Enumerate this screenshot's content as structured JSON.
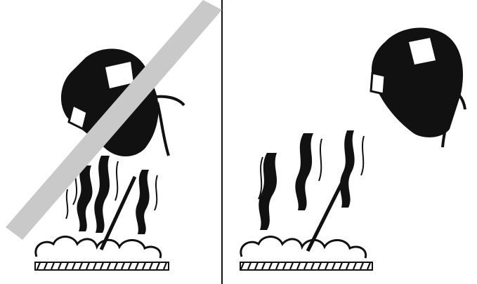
{
  "figure": {
    "panels": [
      {
        "id": "left",
        "status": "prohibited"
      },
      {
        "id": "right",
        "status": "allowed"
      }
    ],
    "icons": {
      "left": [
        "welding-helmet-icon",
        "fume-icon",
        "welding-rod-icon",
        "smoke-cloud-icon",
        "workpiece-icon",
        "prohibition-slash-icon"
      ],
      "right": [
        "welding-helmet-icon",
        "fume-icon",
        "welding-rod-icon",
        "smoke-cloud-icon",
        "workpiece-icon"
      ]
    },
    "colors": {
      "ink": "#111111",
      "slash": "#c9c9c9",
      "background": "#ffffff"
    }
  }
}
